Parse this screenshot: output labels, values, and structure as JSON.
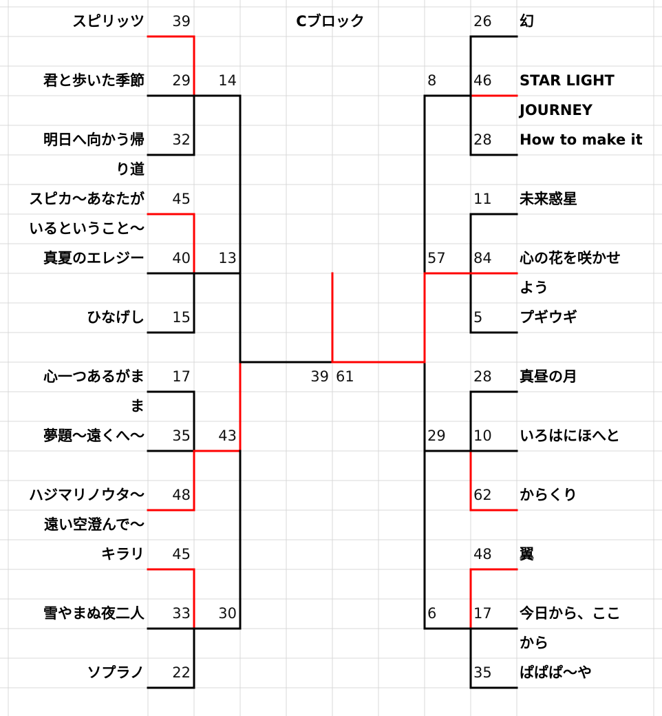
{
  "title": "Cブロック",
  "colors": {
    "win": "#ff0000",
    "line": "#000000",
    "grid": "#d9d9d9"
  },
  "left": {
    "groups": [
      {
        "teams": [
          {
            "lines": [
              "スピリッツ"
            ],
            "score": "39"
          },
          {
            "lines": [
              "君と歩いた季節"
            ],
            "score": "29"
          },
          {
            "lines": [
              "明日へ向かう帰",
              "り道"
            ],
            "score": "32"
          }
        ],
        "winner": 0,
        "group_score": "14",
        "advanced": false
      },
      {
        "teams": [
          {
            "lines": [
              "スピカ～あなたが",
              "いるということ～"
            ],
            "score": "45"
          },
          {
            "lines": [
              "真夏のエレジー"
            ],
            "score": "40"
          },
          {
            "lines": [
              "ひなげし"
            ],
            "score": "15"
          }
        ],
        "winner": 0,
        "group_score": "13",
        "advanced": false
      },
      {
        "teams": [
          {
            "lines": [
              "心一つあるがま",
              "ま"
            ],
            "score": "17"
          },
          {
            "lines": [
              "夢題～遠くへ～"
            ],
            "score": "35"
          },
          {
            "lines": [
              "ハジマリノウタ～",
              "遠い空澄んで～"
            ],
            "score": "48"
          }
        ],
        "winner": 2,
        "group_score": "43",
        "advanced": true
      },
      {
        "teams": [
          {
            "lines": [
              "キラリ"
            ],
            "score": "45"
          },
          {
            "lines": [
              "雪やまぬ夜二人"
            ],
            "score": "33"
          },
          {
            "lines": [
              "ソプラノ"
            ],
            "score": "22"
          }
        ],
        "winner": 0,
        "group_score": "30",
        "advanced": false
      }
    ],
    "final_score": "39"
  },
  "right": {
    "groups": [
      {
        "teams": [
          {
            "lines": [
              "幻"
            ],
            "score": "26"
          },
          {
            "lines": [
              "STAR LIGHT",
              "JOURNEY"
            ],
            "score": "46"
          },
          {
            "lines": [
              "How to make it"
            ],
            "score": "28"
          }
        ],
        "winner": 1,
        "group_score": "8",
        "advanced": false
      },
      {
        "teams": [
          {
            "lines": [
              "未来惑星"
            ],
            "score": "11"
          },
          {
            "lines": [
              "心の花を咲かせ",
              "よう"
            ],
            "score": "84"
          },
          {
            "lines": [
              "プギウギ"
            ],
            "score": "5"
          }
        ],
        "winner": 1,
        "group_score": "57",
        "advanced": true
      },
      {
        "teams": [
          {
            "lines": [
              "真昼の月"
            ],
            "score": "28"
          },
          {
            "lines": [
              "いろはにほへと"
            ],
            "score": "10"
          },
          {
            "lines": [
              "からくり"
            ],
            "score": "62"
          }
        ],
        "winner": 2,
        "group_score": "29",
        "advanced": false
      },
      {
        "teams": [
          {
            "lines": [
              "翼"
            ],
            "score": "48"
          },
          {
            "lines": [
              "今日から、ここ",
              "から"
            ],
            "score": "17"
          },
          {
            "lines": [
              "ぱぱぱ～や"
            ],
            "score": "35"
          }
        ],
        "winner": 0,
        "group_score": "6",
        "advanced": false
      }
    ],
    "final_score": "61"
  },
  "champion_side": "right"
}
